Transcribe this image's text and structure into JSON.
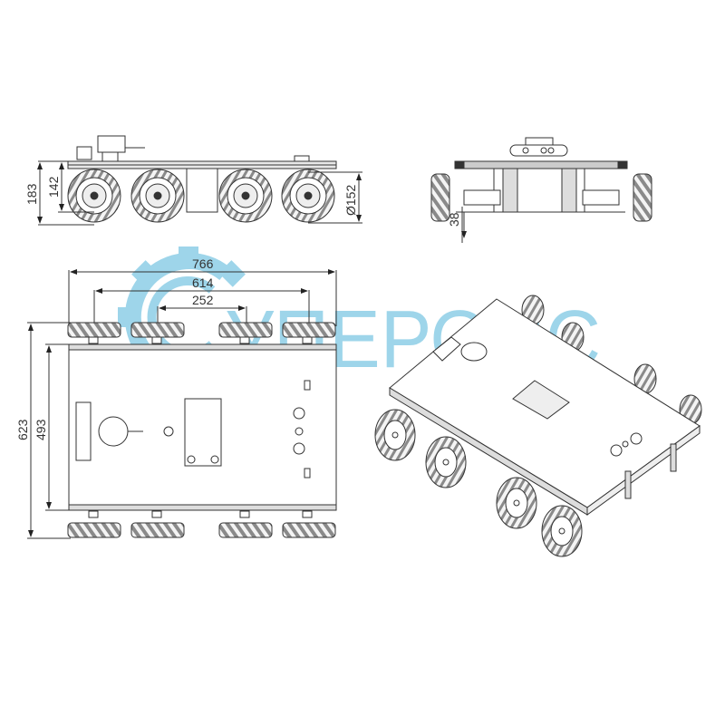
{
  "watermark": {
    "text": "СУПЕРОИС",
    "visible_text": "УПЕРОИС",
    "color": "#7ec8e3",
    "icon": "gear-icon"
  },
  "side_view": {
    "label": "side-view",
    "dimensions": {
      "overall_height": "183",
      "deck_height": "142",
      "wheel_diameter": "Ø152"
    },
    "wheel_count": 4
  },
  "front_view": {
    "label": "front-view",
    "dimensions": {
      "ground_clearance": "38"
    }
  },
  "top_view": {
    "label": "top-view",
    "dimensions": {
      "overall_length": "766",
      "wheelbase_outer": "614",
      "wheelbase_inner": "252",
      "overall_width": "623",
      "body_width": "493"
    },
    "wheels_per_side": 4
  },
  "iso_view": {
    "label": "isometric-view",
    "wheel_count": 8
  },
  "colors": {
    "line": "#333333",
    "wheel_fill": "#d9d9d9",
    "watermark": "#7ec8e3"
  }
}
